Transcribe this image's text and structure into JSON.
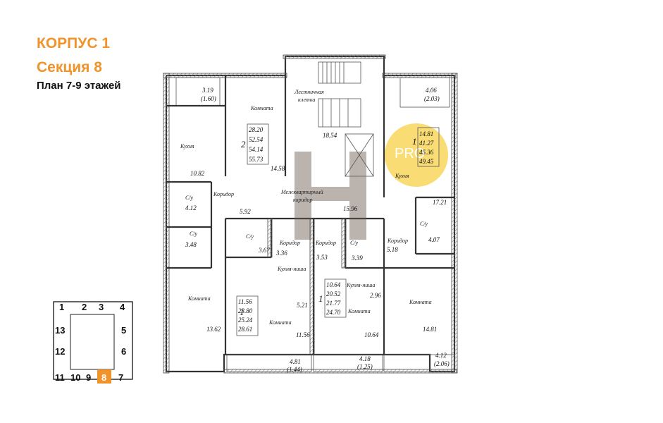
{
  "header": {
    "building": "КОРПУС 1",
    "section": "Секция 8",
    "plan": "План 7-9 этажей"
  },
  "colors": {
    "accent": "#F0932B",
    "highlight": "#F9D65C",
    "wall": "#333333",
    "watermark": "#6B5A4E"
  },
  "watermark": {
    "text": "PRO"
  },
  "rooms": {
    "komnata": "Комната",
    "kuhnya": "Кухня",
    "koridor": "Коридор",
    "su": "С/у",
    "lest1": "Лестничная",
    "lest2": "клетка",
    "mezh1": "Межквартирный",
    "mezh2": "коридор",
    "kuhnya_nisha": "Кухня-ниша"
  },
  "apartments": [
    {
      "rooms": "2",
      "areas": [
        "28.20",
        "52.54",
        "54.14",
        "55.73"
      ]
    },
    {
      "rooms": "1",
      "areas": [
        "14.81",
        "41.27",
        "45.36",
        "49.45"
      ]
    },
    {
      "rooms": "1",
      "areas": [
        "11.56",
        "23.80",
        "25.24",
        "28.61"
      ]
    },
    {
      "rooms": "1",
      "areas": [
        "10.64",
        "20.52",
        "21.77",
        "24.70"
      ]
    }
  ],
  "areas": {
    "balc_tl": "3.19",
    "balc_tl2": "(1.60)",
    "kitchen_left": "10.82",
    "room_2_big": "14.58",
    "lest": "18.54",
    "su_left": "4.12",
    "cor_left": "5.92",
    "su_left2": "3.48",
    "room_left": "13.62",
    "balc_tr": "4.06",
    "balc_tr2": "(2.03)",
    "kitchen_right": "17.21",
    "su_right": "4.07",
    "cor_right": "5.18",
    "room_right": "14.81",
    "mezh": "15.96",
    "su_c1": "3.67",
    "cor_c1": "3.36",
    "cor_c2": "3.53",
    "su_c2": "3.39",
    "kn1": "5.21",
    "kn2": "2.96",
    "room_c1": "11.56",
    "room_c2": "10.64",
    "balc_b1": "4.81",
    "balc_b1b": "(1.44)",
    "balc_b2": "4.18",
    "balc_b2b": "(1.25)",
    "balc_b3": "4.12",
    "balc_b3b": "(2.06)"
  },
  "section_key": {
    "labels": [
      "1",
      "2",
      "3",
      "4",
      "5",
      "6",
      "7",
      "8",
      "9",
      "10",
      "11",
      "12",
      "13"
    ],
    "active": "8"
  }
}
